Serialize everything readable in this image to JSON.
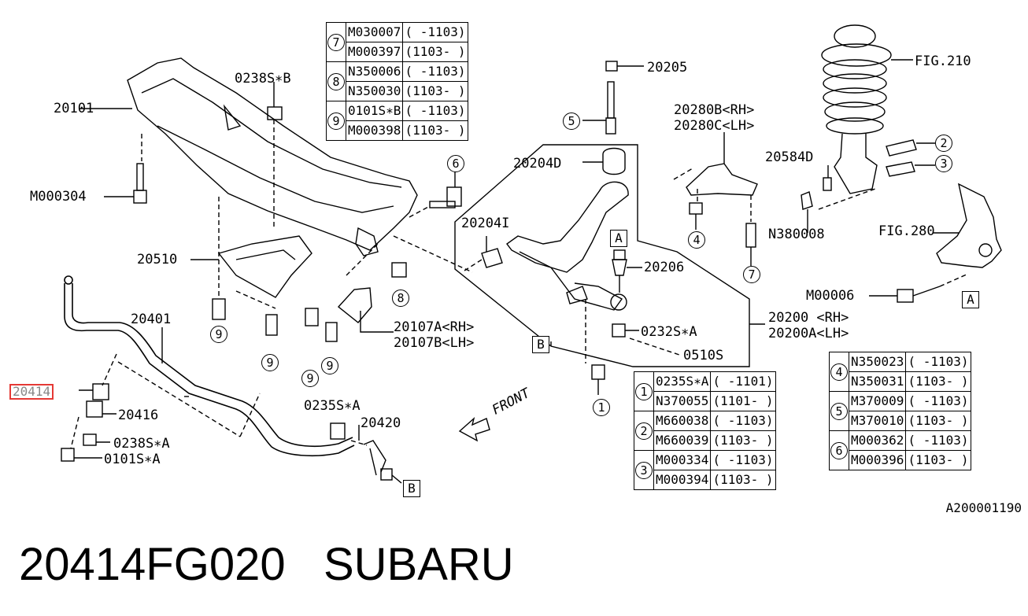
{
  "labels": {
    "p20101": "20101",
    "pM000304": "M000304",
    "p0238SB": "0238S∗B",
    "p20510": "20510",
    "p20401": "20401",
    "p20414": "20414",
    "p20416": "20416",
    "p0238SA": "0238S∗A",
    "p0101SA": "0101S∗A",
    "p20107": "20107A<RH>\n20107B<LH>",
    "p0235SA": "0235S∗A",
    "p20420": "20420",
    "front": "FRONT",
    "p20205": "20205",
    "p20204D": "20204D",
    "p20204I": "20204I",
    "p20206": "20206",
    "p0232SA": "0232S∗A",
    "p0510S": "0510S",
    "p20200": "20200 <RH>\n20200A<LH>",
    "p20280": "20280B<RH>\n20280C<LH>",
    "p20584D": "20584D",
    "pN380008": "N380008",
    "fig210": "FIG.210",
    "fig280": "FIG.280",
    "pM00006": "M00006",
    "drawing_code": "A200001190"
  },
  "callouts": {
    "c1": "1",
    "c2": "2",
    "c3": "3",
    "c4": "4",
    "c5": "5",
    "c6": "6",
    "c7": "7",
    "c8": "8",
    "c9": "9",
    "boxA": "A",
    "boxB": "B"
  },
  "table_top": [
    {
      "num": "7",
      "rows": [
        [
          "M030007",
          "( -1103)"
        ],
        [
          "M000397",
          "(1103- )"
        ]
      ]
    },
    {
      "num": "8",
      "rows": [
        [
          "N350006",
          "( -1103)"
        ],
        [
          "N350030",
          "(1103- )"
        ]
      ]
    },
    {
      "num": "9",
      "rows": [
        [
          "0101S∗B",
          "( -1103)"
        ],
        [
          "M000398",
          "(1103- )"
        ]
      ]
    }
  ],
  "table_mid": [
    {
      "num": "1",
      "rows": [
        [
          "0235S∗A",
          "( -1101)"
        ],
        [
          "N370055",
          "(1101- )"
        ]
      ]
    },
    {
      "num": "2",
      "rows": [
        [
          "M660038",
          "( -1103)"
        ],
        [
          "M660039",
          "(1103- )"
        ]
      ]
    },
    {
      "num": "3",
      "rows": [
        [
          "M000334",
          "( -1103)"
        ],
        [
          "M000394",
          "(1103- )"
        ]
      ]
    }
  ],
  "table_right": [
    {
      "num": "4",
      "rows": [
        [
          "N350023",
          "( -1103)"
        ],
        [
          "N350031",
          "(1103- )"
        ]
      ]
    },
    {
      "num": "5",
      "rows": [
        [
          "M370009",
          "( -1103)"
        ],
        [
          "M370010",
          "(1103- )"
        ]
      ]
    },
    {
      "num": "6",
      "rows": [
        [
          "M000362",
          "( -1103)"
        ],
        [
          "M000396",
          "(1103- )"
        ]
      ]
    }
  ],
  "footer": {
    "part_number": "20414FG020",
    "brand": "SUBARU"
  },
  "colors": {
    "highlight": "#e53935"
  }
}
